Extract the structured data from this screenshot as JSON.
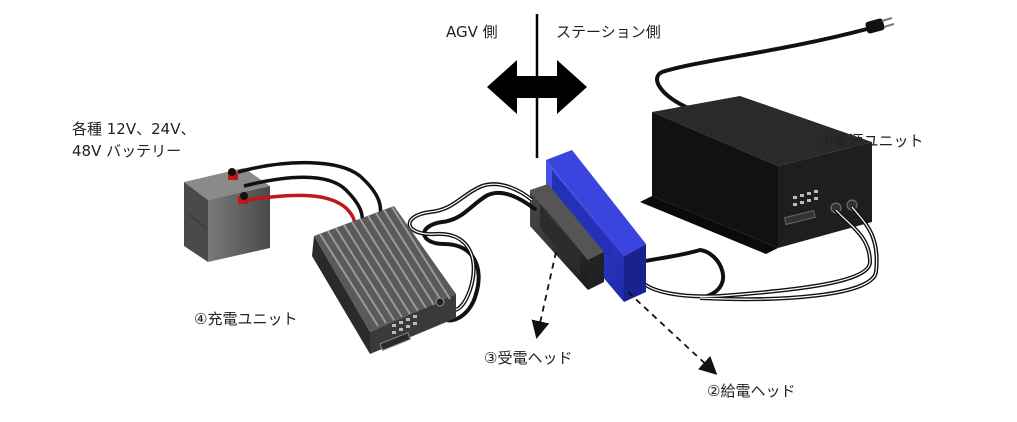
{
  "labels": {
    "agv_side": "AGV 側",
    "station_side": "ステーション側",
    "battery_line1": "各種 12V、24V、",
    "battery_line2": "48V バッテリー",
    "power_unit": "①電源ユニット",
    "charge_unit": "④充電ユニット",
    "receive_head": "③受電ヘッド",
    "supply_head": "②給電ヘッド"
  },
  "colors": {
    "divider": "#000000",
    "supply_head": "#2a35c8",
    "receive_head": "#3a3a3a",
    "power_unit": "#111111",
    "charge_unit": "#3c3c3c",
    "battery": "#5a5a5a",
    "positive_wire": "#c01818",
    "cable": "#111111"
  }
}
